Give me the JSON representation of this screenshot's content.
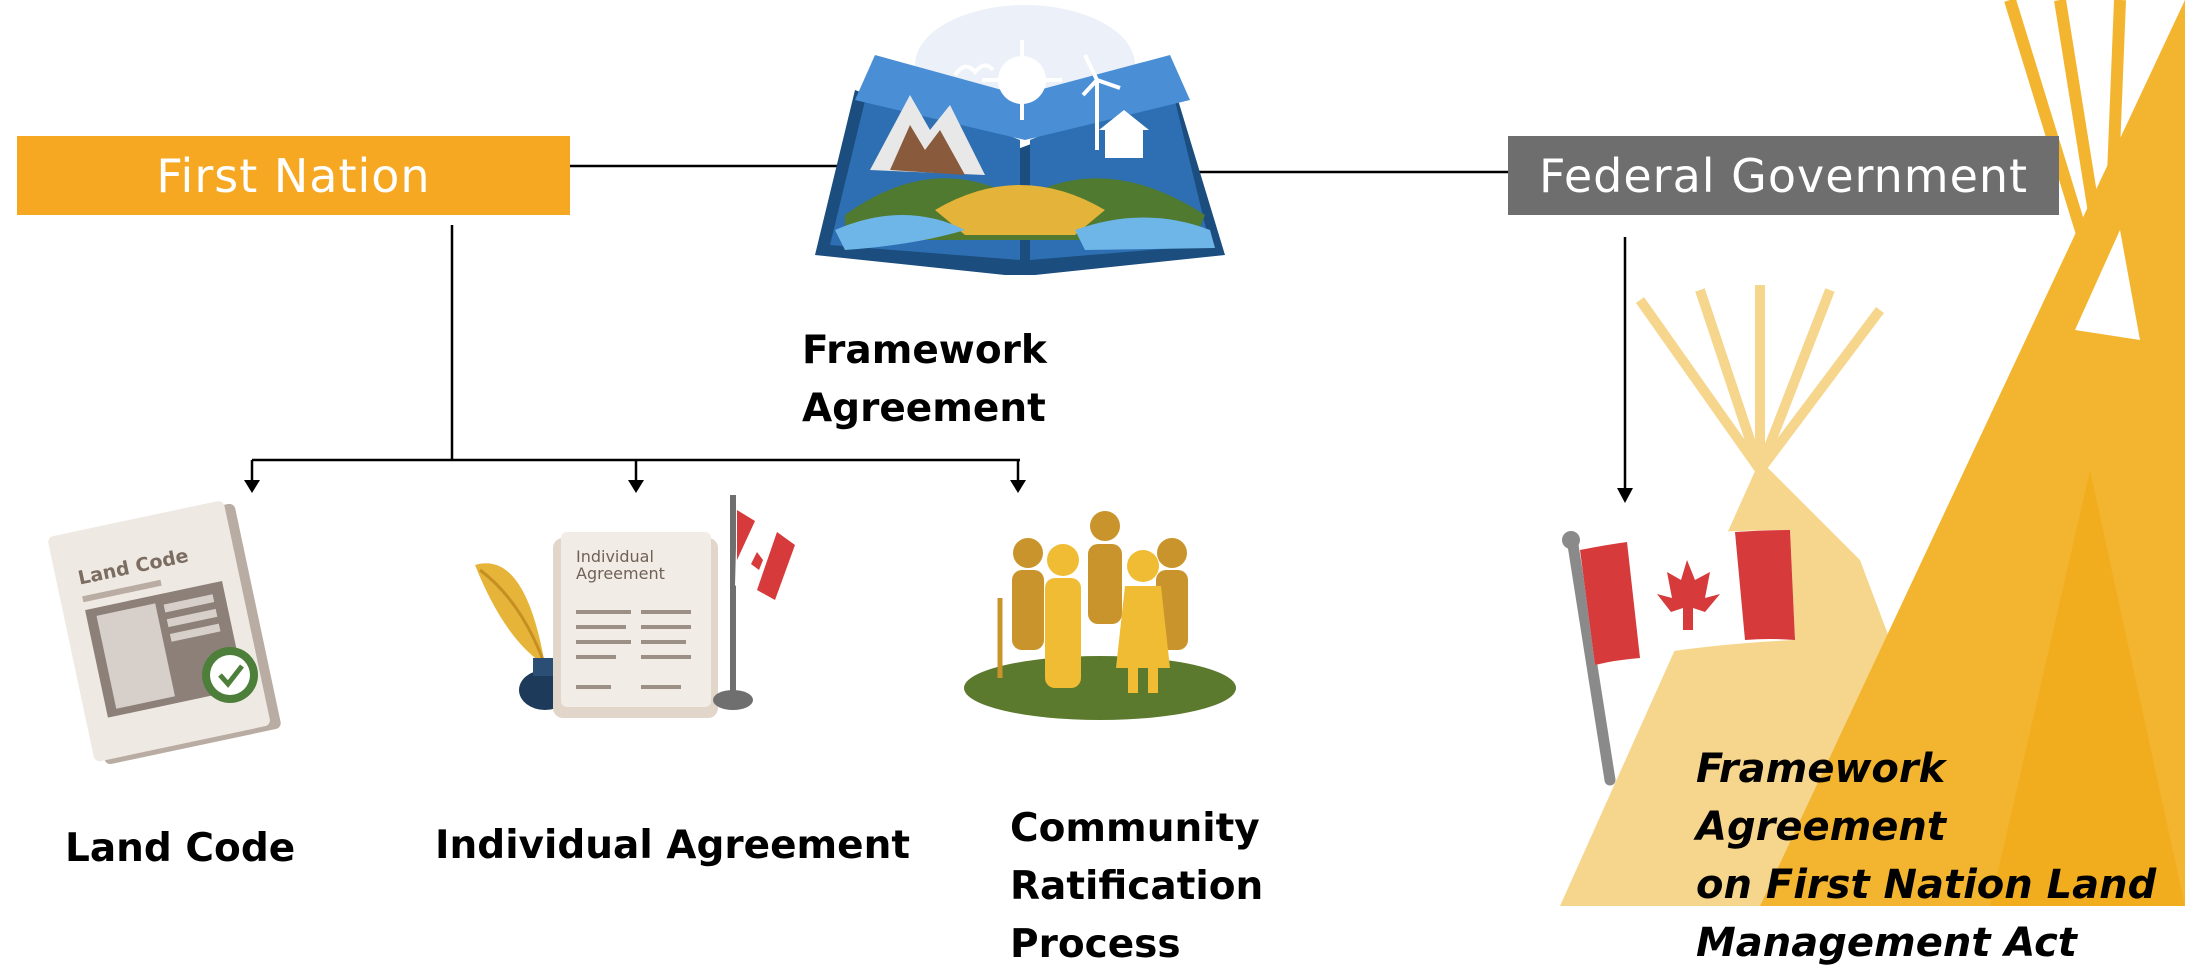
{
  "colors": {
    "first_nation": "#f6a823",
    "federal_government": "#6e6e6e",
    "teepee_dark": "#f3b52f",
    "teepee_light": "#f6d68c"
  },
  "headers": {
    "first_nation": "First Nation",
    "federal_government": "Federal Government"
  },
  "center": {
    "label": "Framework Agreement",
    "icon": "open-book-landscape-icon"
  },
  "children": [
    {
      "label": "Land Code",
      "icon": "land-code-document-icon",
      "document_title": "Land Code"
    },
    {
      "label": "Individual Agreement",
      "icon": "scroll-agreement-icon",
      "document_title_line1": "Individual",
      "document_title_line2": "Agreement"
    },
    {
      "label_line1": "Community",
      "label_line2": "Ratification Process",
      "icon": "community-people-icon"
    }
  ],
  "federal_outcome": {
    "label_line1": "Framework Agreement",
    "label_line2": "on First Nation Land",
    "label_line3": "Management Act",
    "icon": "canada-flag-icon"
  }
}
